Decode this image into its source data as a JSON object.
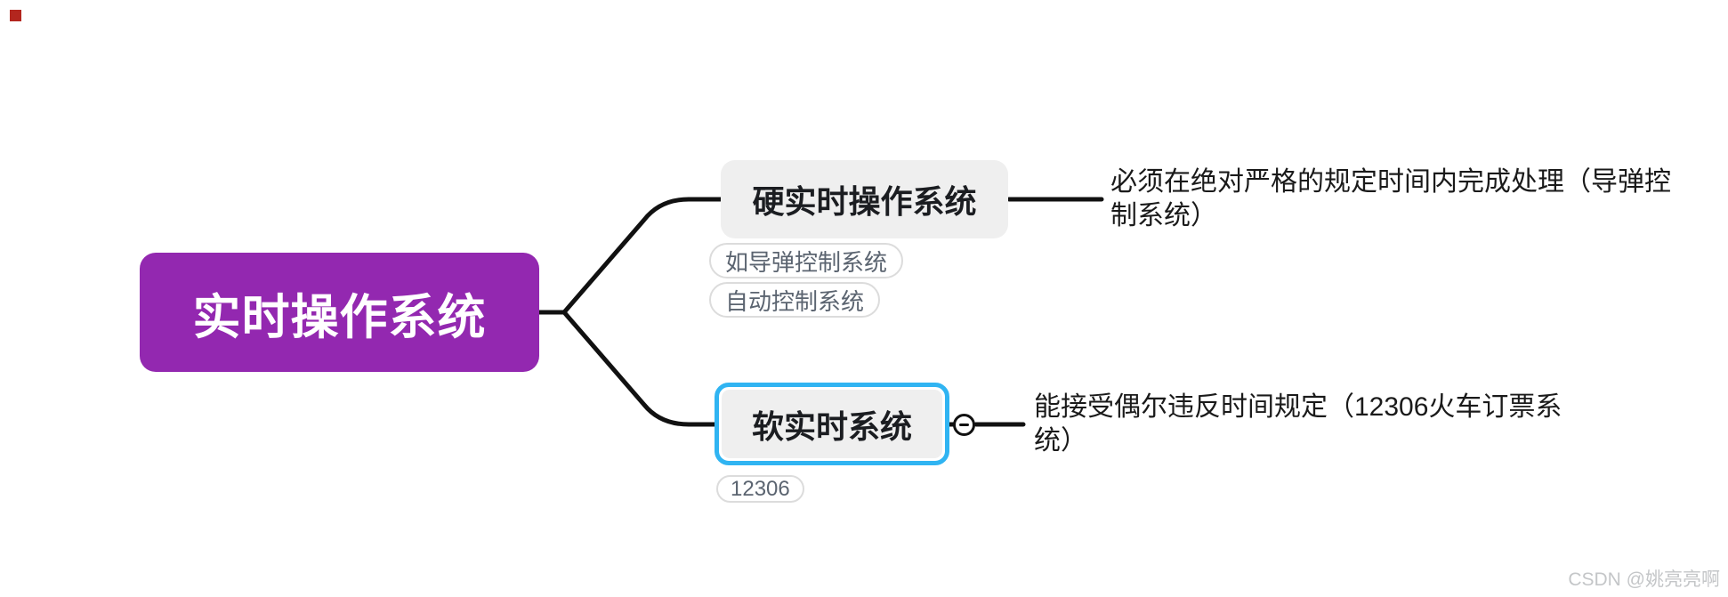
{
  "diagram": {
    "type": "mindmap"
  },
  "root": {
    "label": "实时操作系统"
  },
  "branches": [
    {
      "topic": {
        "label": "硬实时操作系统",
        "selected": false
      },
      "tags": [
        {
          "label": "如导弹控制系统"
        },
        {
          "label": "自动控制系统"
        }
      ],
      "note": {
        "full_text": "必须在绝对严格的规定时间内完成处理（导弹控制系统）",
        "lines": [
          "必须在绝对严格的规定时间内完成处理（导弹控",
          "制系统）"
        ]
      }
    },
    {
      "topic": {
        "label": "软实时系统",
        "selected": true
      },
      "tags": [
        {
          "label": "12306"
        }
      ],
      "collapse": {
        "icon": "minus-circle-icon",
        "state": "expanded"
      },
      "note": {
        "full_text": "能接受偶尔违反时间规定（12306火车订票系统）",
        "lines": [
          "能接受偶尔违反时间规定（12306火车订票系",
          "统）"
        ]
      }
    }
  ],
  "watermark": {
    "text": "CSDN @姚亮亮啊"
  },
  "colors": {
    "root_bg": "#9328b0",
    "root_text": "#ffffff",
    "topic_bg": "#efefef",
    "topic_text": "#1b1d21",
    "selection_border": "#30b4f2",
    "connector": "#111111",
    "tag_border": "#dcdcdc",
    "tag_text": "#5b6470",
    "note_text": "#1a1a1a",
    "watermark_text": "#c4c6c8",
    "marker_red": "#b3261e"
  }
}
